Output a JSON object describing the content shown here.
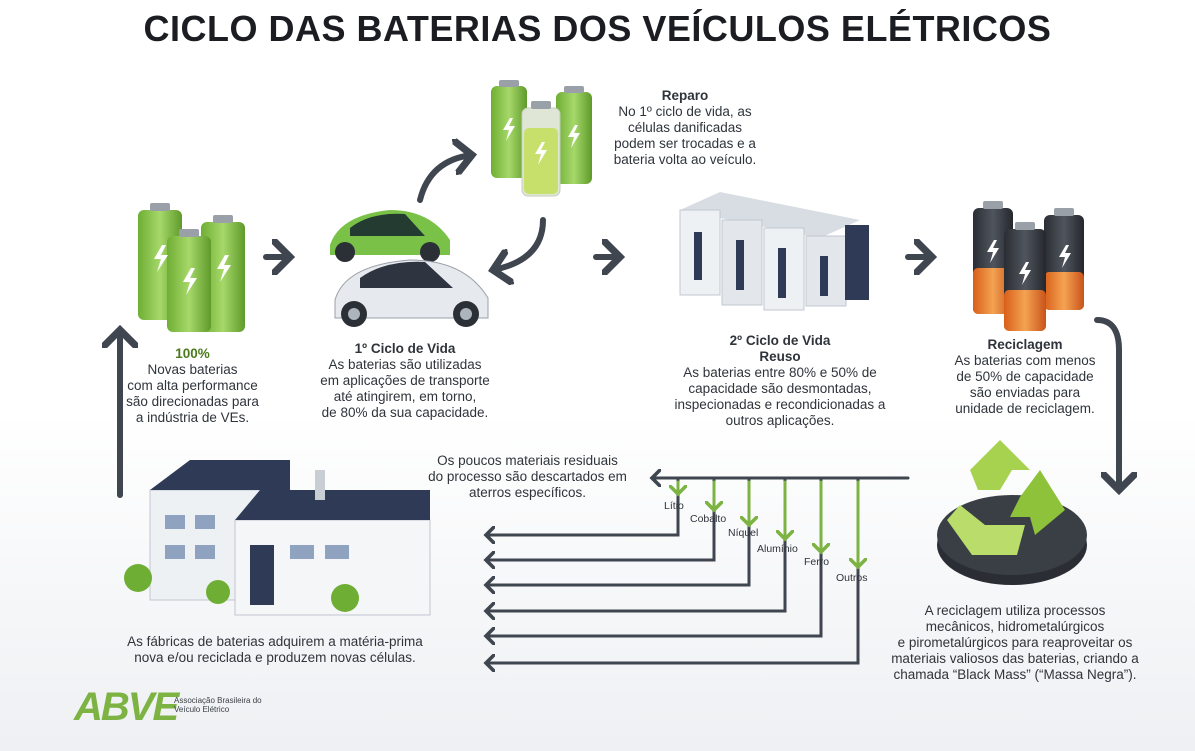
{
  "title": "CICLO DAS BATERIAS DOS VEÍCULOS ELÉTRICOS",
  "stages": {
    "new": {
      "heading": "100%",
      "lines": [
        "Novas baterias",
        "com alta performance",
        "são direcionadas para",
        "a indústria de VEs."
      ]
    },
    "first_life": {
      "heading": "1º Ciclo de Vida",
      "lines": [
        "As baterias são utilizadas",
        "em aplicações de transporte",
        "até atingirem, em torno,",
        "de 80% da sua capacidade."
      ]
    },
    "repair": {
      "heading": "Reparo",
      "lines": [
        "No 1º ciclo de vida, as",
        "células danificadas",
        "podem ser trocadas e a",
        "bateria volta ao veículo."
      ]
    },
    "second_life": {
      "heading": "2º Ciclo de Vida",
      "subheading": "Reuso",
      "lines": [
        "As baterias entre 80% e 50% de",
        "capacidade são desmontadas,",
        "inspecionadas e recondicionadas a",
        "outros aplicações."
      ]
    },
    "recycling": {
      "heading": "Reciclagem",
      "lines": [
        "As baterias com menos",
        "de 50% de capacidade",
        "são enviadas para",
        "unidade de reciclagem."
      ]
    },
    "residual": {
      "lines": [
        "Os poucos materiais residuais",
        "do processo são descartados em",
        "aterros específicos."
      ]
    },
    "recycling_process": {
      "lines": [
        "A reciclagem utiliza processos",
        "mecânicos, hidrometalúrgicos",
        "e pirometalúrgicos para reaproveitar os",
        "materiais valiosos das baterias, criando a",
        "chamada “Black Mass” (“Massa Negra”)."
      ]
    },
    "factory": {
      "lines": [
        "As fábricas de baterias adquirem a matéria-prima",
        "nova e/ou reciclada e produzem novas células."
      ]
    }
  },
  "materials": [
    "Lítio",
    "Cobalto",
    "Níquel",
    "Alumínio",
    "Ferro",
    "Outros"
  ],
  "logo": {
    "word": "ABVE",
    "sub": "Associação Brasileira do Veículo Elétrico"
  },
  "colors": {
    "arrow": "#3f4650",
    "green": "#7cb342",
    "accent_green": "#4b7a1a",
    "orange": "#e8792b"
  }
}
